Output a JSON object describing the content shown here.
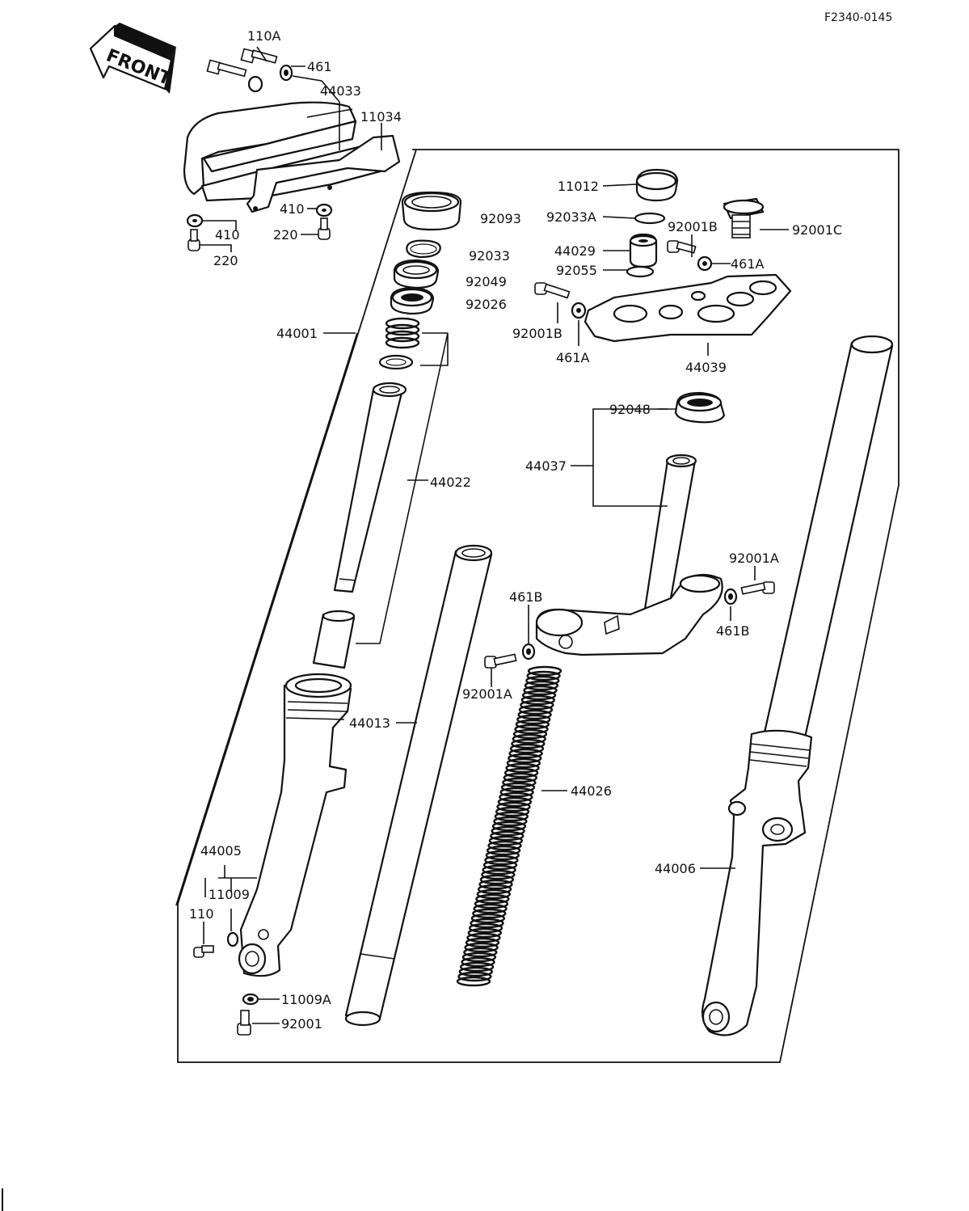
{
  "drawing_code": "F2340-0145",
  "front_label": "FRONT",
  "part_labels": {
    "p110A": "110A",
    "p461": "461",
    "p44033": "44033",
    "p11034": "11034",
    "p410_a": "410",
    "p410_b": "410",
    "p220_a": "220",
    "p220_b": "220",
    "p11012": "11012",
    "p92093": "92093",
    "p92033A": "92033A",
    "p92001B_a": "92001B",
    "p92001C": "92001C",
    "p92033": "92033",
    "p44029": "44029",
    "p461A_a": "461A",
    "p92055": "92055",
    "p92049": "92049",
    "p92026": "92026",
    "p44001": "44001",
    "p92001B_b": "92001B",
    "p461A_b": "461A",
    "p44039": "44039",
    "p92048": "92048",
    "p44022": "44022",
    "p44037": "44037",
    "p92001A_a": "92001A",
    "p461B_a": "461B",
    "p461B_b": "461B",
    "p92001A_b": "92001A",
    "p44013": "44013",
    "p44026": "44026",
    "p44005": "44005",
    "p11009": "11009",
    "p44006": "44006",
    "p110": "110",
    "p11009A": "11009A",
    "p92001": "92001"
  }
}
